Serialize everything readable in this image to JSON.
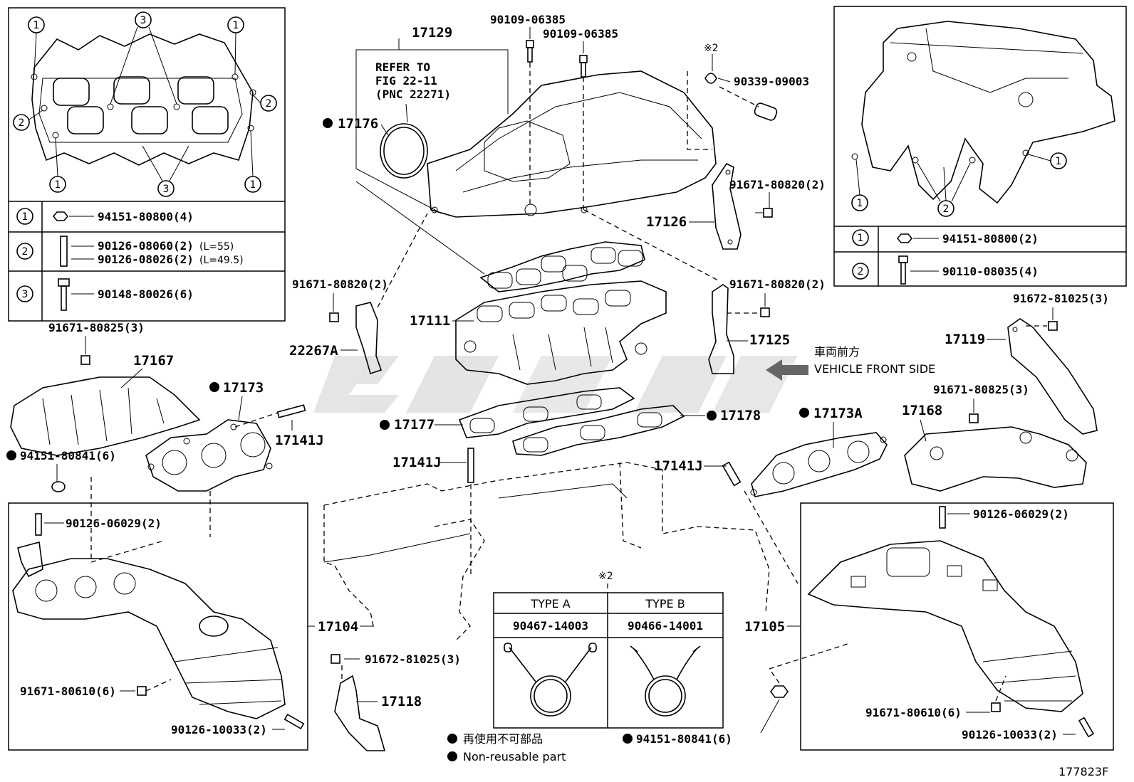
{
  "watermark": "cjvc",
  "figure_code": "177823F",
  "left_table": {
    "rows": [
      {
        "ref": "1",
        "part": "94151-80800(4)",
        "note": ""
      },
      {
        "ref": "2",
        "part": "90126-08060(2)",
        "note": "(L=55)",
        "part2": "90126-08026(2)",
        "note2": "(L=49.5)"
      },
      {
        "ref": "3",
        "part": "90148-80026(6)",
        "note": ""
      }
    ]
  },
  "right_table": {
    "rows": [
      {
        "ref": "1",
        "part": "94151-80800(2)"
      },
      {
        "ref": "2",
        "part": "90110-08035(4)"
      }
    ]
  },
  "callouts": {
    "c1": "1",
    "c2": "2",
    "c3": "3"
  },
  "refer": {
    "line1": "REFER TO",
    "line2": "FIG 22-11",
    "line3": "(PNC 22271)"
  },
  "note_mark": "※2",
  "labels": {
    "p17129": "17129",
    "p90109a": "90109-06385",
    "p90109b": "90109-06385",
    "p90339": "90339-09003",
    "p17176": "17176",
    "p91671_80820_a": "91671-80820(2)",
    "p17126": "17126",
    "p91671_80820_b": "91671-80820(2)",
    "p91671_80820_c": "91671-80820(2)",
    "p17111": "17111",
    "p22267A": "22267A",
    "p17125": "17125",
    "p91672_81025_a": "91672-81025(3)",
    "p17119": "17119",
    "p91671_80825_a": "91671-80825(3)",
    "p17167": "17167",
    "p17173": "17173",
    "p17141J_a": "17141J",
    "p94151_80841_a": "94151-80841(6)",
    "p17177": "17177",
    "p17178": "17178",
    "p17173A": "17173A",
    "p91671_80825_b": "91671-80825(3)",
    "p17168": "17168",
    "p17141J_b": "17141J",
    "p17141J_c": "17141J",
    "p90126_06029_a": "90126-06029(2)",
    "p90126_06029_b": "90126-06029(2)",
    "p17104": "17104",
    "p17105": "17105",
    "p91672_81025_b": "91672-81025(3)",
    "p17118": "17118",
    "p91671_80610_a": "91671-80610(6)",
    "p91671_80610_b": "91671-80610(6)",
    "p90126_10033_a": "90126-10033(2)",
    "p90126_10033_b": "90126-10033(2)",
    "p94151_80841_b": "94151-80841(6)"
  },
  "vehicle_front": {
    "jp": "車両前方",
    "en": "VEHICLE FRONT SIDE"
  },
  "clip_table": {
    "type_a": "TYPE A",
    "type_b": "TYPE B",
    "part_a": "90467-14003",
    "part_b": "90466-14001"
  },
  "legend": {
    "jp": "再使用不可部品",
    "en": "Non-reusable part"
  }
}
